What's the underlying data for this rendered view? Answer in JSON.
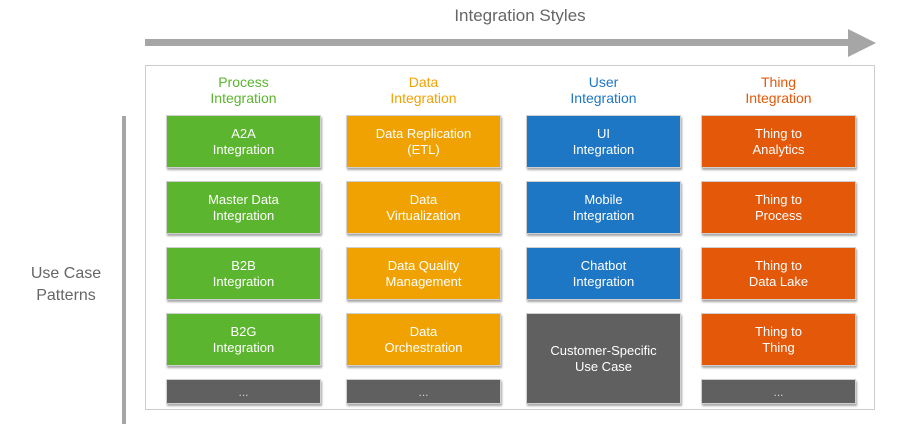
{
  "title": "Integration Styles",
  "side_label": [
    "Use Case",
    "Patterns"
  ],
  "columns": [
    {
      "header": [
        "Process",
        "Integration"
      ],
      "color": "#5bb52e",
      "tiles": [
        [
          "A2A",
          "Integration"
        ],
        [
          "Master Data",
          "Integration"
        ],
        [
          "B2B",
          "Integration"
        ],
        [
          "B2G",
          "Integration"
        ]
      ],
      "more": "..."
    },
    {
      "header": [
        "Data",
        "Integration"
      ],
      "color": "#f0a202",
      "tiles": [
        [
          "Data Replication",
          "(ETL)"
        ],
        [
          "Data",
          "Virtualization"
        ],
        [
          "Data Quality",
          "Management"
        ],
        [
          "Data",
          "Orchestration"
        ]
      ],
      "more": "..."
    },
    {
      "header": [
        "User",
        "Integration"
      ],
      "color": "#1e77c4",
      "tiles": [
        [
          "UI",
          "Integration"
        ],
        [
          "Mobile",
          "Integration"
        ],
        [
          "Chatbot",
          "Integration"
        ]
      ],
      "big_tile": [
        "Customer-Specific",
        "Use Case"
      ]
    },
    {
      "header": [
        "Thing",
        "Integration"
      ],
      "color": "#e35809",
      "tiles": [
        [
          "Thing to",
          "Analytics"
        ],
        [
          "Thing to",
          "Process"
        ],
        [
          "Thing to",
          "Data Lake"
        ],
        [
          "Thing to",
          "Thing"
        ]
      ],
      "more": "..."
    }
  ]
}
